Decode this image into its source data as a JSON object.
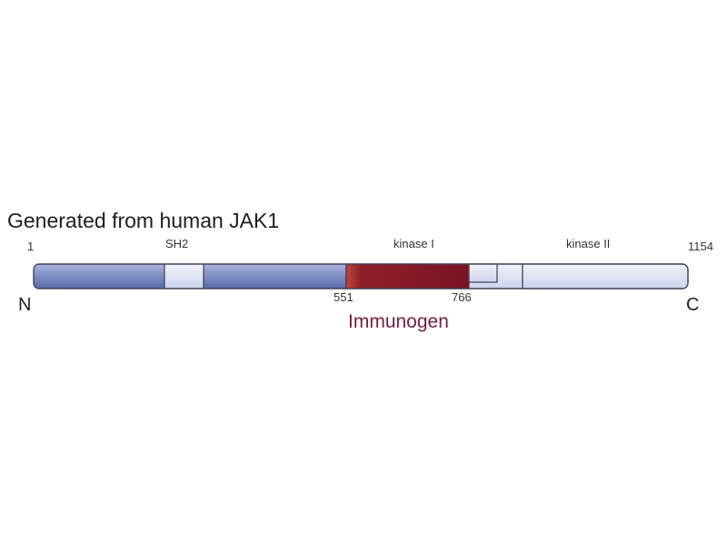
{
  "title": "Generated from human JAK1",
  "protein": {
    "start_label": "1",
    "end_label": "1154",
    "n_terminus": "N",
    "c_terminus": "C"
  },
  "domains": [
    {
      "label": "SH2"
    },
    {
      "label": "kinase I"
    },
    {
      "label": "kinase II"
    }
  ],
  "immunogen": {
    "label": "Immunogen",
    "start_label": "551",
    "end_label": "766"
  },
  "colors": {
    "backbone": "#7d8dc4",
    "domain_fill": "#dde2f2",
    "immunogen": "#7b1424",
    "immunogen_edge": "#b5423a",
    "immunogen_text": "#7a1e3a",
    "outline": "#3c3f55"
  }
}
